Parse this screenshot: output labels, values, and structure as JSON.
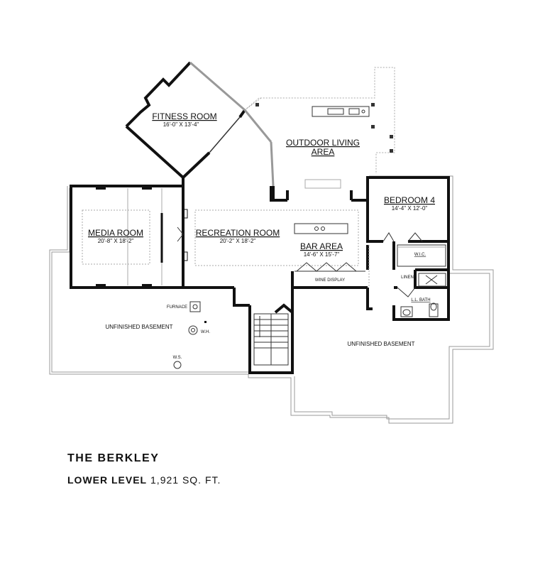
{
  "plan": {
    "rooms": {
      "fitness": {
        "name": "FITNESS ROOM",
        "dims": "16'-0\" X 13'-4\""
      },
      "outdoor": {
        "name_line1": "OUTDOOR LIVING",
        "name_line2": "AREA"
      },
      "bedroom4": {
        "name": "BEDROOM 4",
        "dims": "14'-4\" X 12'-0\""
      },
      "media": {
        "name": "MEDIA ROOM",
        "dims": "20'-8\" X 18'-2\""
      },
      "recreation": {
        "name": "RECREATION ROOM",
        "dims": "20'-2\" X 18'-2\""
      },
      "bar": {
        "name": "BAR AREA",
        "dims": "14'-6\" X 15'-7\""
      },
      "wic": {
        "name": "W.I.C."
      },
      "linen": {
        "name": "LINEN"
      },
      "llbath": {
        "name": "L.L. BATH"
      },
      "wine": {
        "name": "WINE DISPLAY"
      },
      "unfinished_left": {
        "name": "UNFINISHED BASEMENT"
      },
      "unfinished_right": {
        "name": "UNFINISHED BASEMENT"
      }
    },
    "fixtures": {
      "furnace": "FURNACE",
      "wh": "W.H.",
      "ws": "W.S."
    }
  },
  "footer": {
    "title": "THE BERKLEY",
    "level": "LOWER LEVEL",
    "area": "1,921 SQ. FT."
  }
}
